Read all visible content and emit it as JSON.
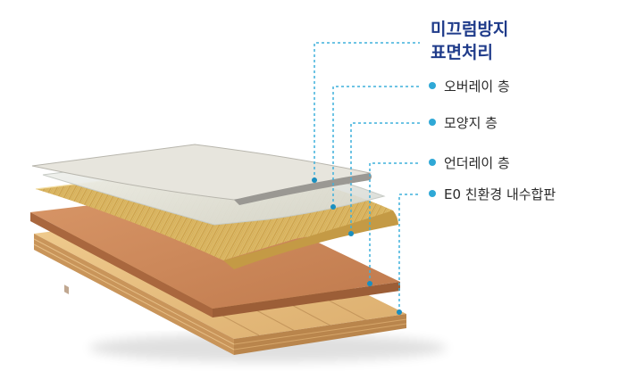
{
  "title": {
    "line1": "미끄럼방지",
    "line2": "표면처리"
  },
  "layers": [
    {
      "label": "오버레이 층"
    },
    {
      "label": "모양지 층"
    },
    {
      "label": "언더레이 층"
    },
    {
      "label": "E0 친환경 내수합판"
    }
  ],
  "colors": {
    "title": "#1f3b8a",
    "leader": "#3fb0dc",
    "plywood": "#e2b97e",
    "underlay": "#c9875a",
    "pattern": "#d6b35a",
    "overlay": "#e9ebe6"
  }
}
